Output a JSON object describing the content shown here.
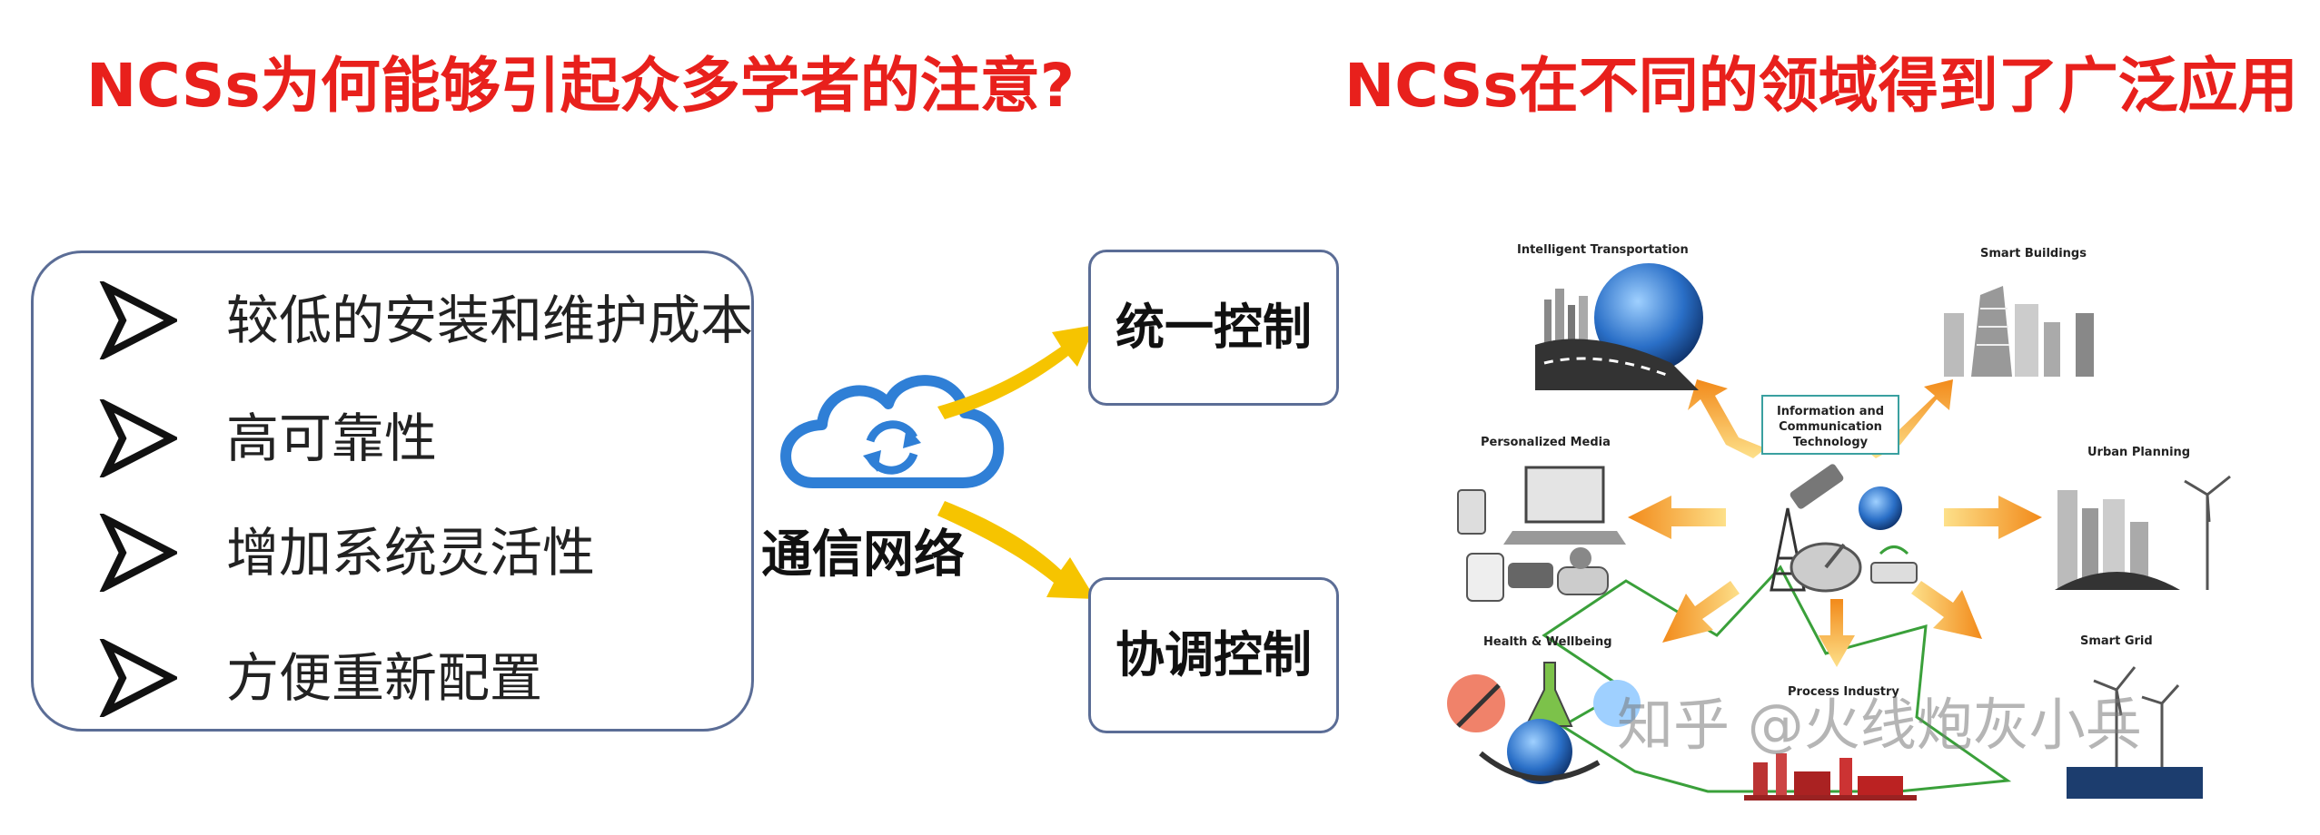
{
  "left": {
    "title": "NCSs为何能够引起众多学者的注意?",
    "features": [
      "较低的安装和维护成本",
      "高可靠性",
      "增加系统灵活性",
      "方便重新配置"
    ],
    "network_label": "通信网络",
    "controls": [
      "统一控制",
      "协调控制"
    ]
  },
  "right": {
    "title": "NCSs在不同的领域得到了广泛应用",
    "center_lines": [
      "Information and",
      "Communication",
      "Technology"
    ],
    "domains": {
      "intelligent_transportation": "Intelligent Transportation",
      "smart_buildings": "Smart Buildings",
      "personalized_media": "Personalized Media",
      "urban_planning": "Urban Planning",
      "health_wellbeing": "Health & Wellbeing",
      "smart_grid": "Smart Grid",
      "process_industry": "Process Industry"
    }
  },
  "watermark": "知乎 @火线炮灰小兵",
  "colors": {
    "title_red": "#e8201c",
    "box_border": "#5b6d96",
    "cloud_blue": "#2f7fd6",
    "arrow_yellow": "#f6c400",
    "arrow_orange": "#f28a1a"
  },
  "icons": {
    "bullet": "triangle-outline-icon",
    "network": "cloud-sync-icon"
  }
}
